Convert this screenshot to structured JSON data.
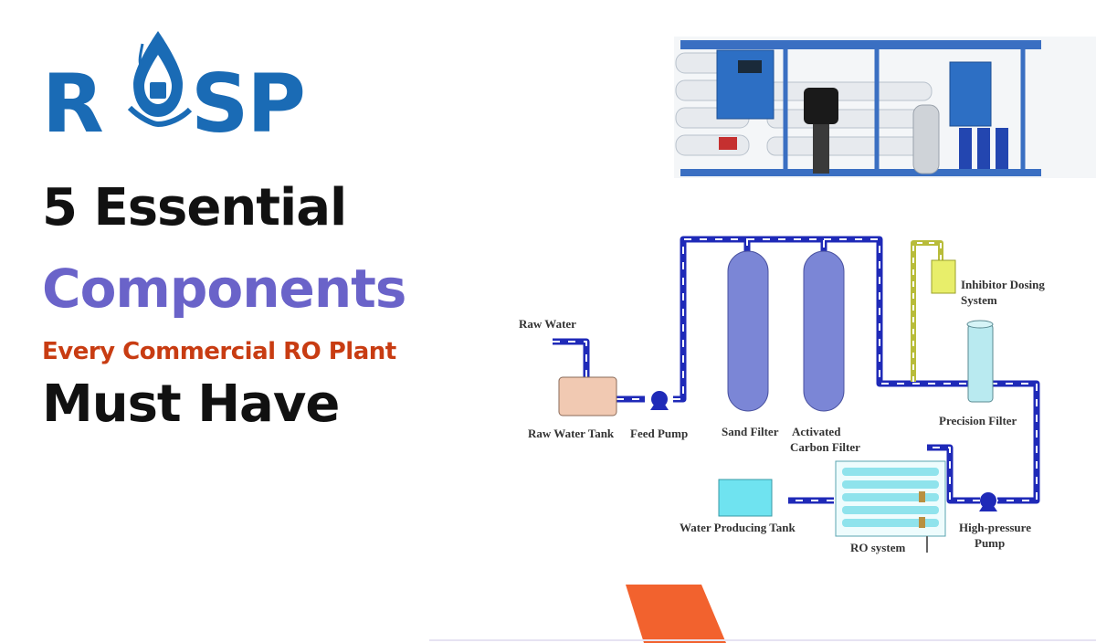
{
  "logo": {
    "letter_r": "R",
    "letters_sp": "SP"
  },
  "headline": {
    "line1": "5 Essential",
    "line2": "Components",
    "line3": "Every Commercial RO Plant",
    "line4": "Must Have"
  },
  "diagram": {
    "raw_water": "Raw Water",
    "raw_water_tank": "Raw Water Tank",
    "feed_pump": "Feed Pump",
    "sand_filter": "Sand Filter",
    "activated": "Activated",
    "carbon_filter": "Carbon Filter",
    "inhibitor_1": "Inhibitor Dosing",
    "inhibitor_2": "System",
    "precision_filter": "Precision Filter",
    "water_producing_tank": "Water Producing Tank",
    "ro_system": "RO system",
    "hp_pump_1": "High-pressure",
    "hp_pump_2": "Pump"
  },
  "colors": {
    "brand_blue": "#1a6bb5",
    "accent_purple": "#6a63c9",
    "accent_red": "#c83c12",
    "accent_orange": "#f2622e",
    "pipe_blue": "#1f2ab8"
  }
}
